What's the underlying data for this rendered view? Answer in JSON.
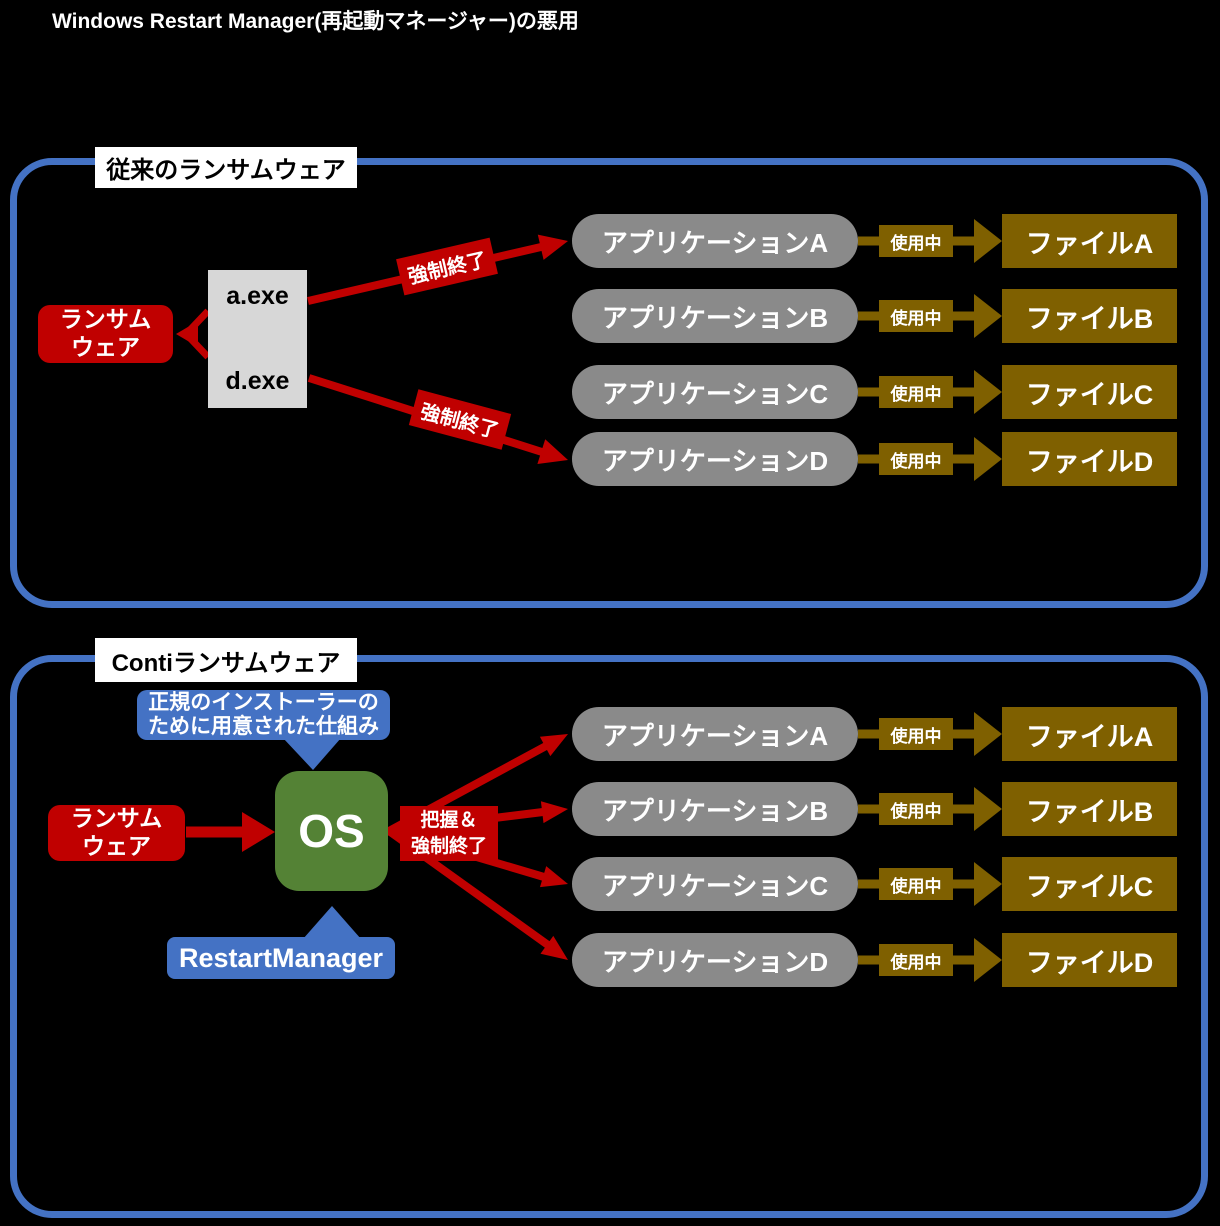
{
  "title": "Windows Restart Manager(再起動マネージャー)の悪用",
  "colors": {
    "background": "#000000",
    "panel_border_blue": "#4472C4",
    "accent_red": "#C00000",
    "app_gray": "#8A8A8A",
    "exe_gray": "#D7D7D7",
    "file_olive": "#7F6000",
    "os_green": "#548235",
    "callout_blue": "#4472C4"
  },
  "panels": [
    {
      "label": "従来のランサムウェア",
      "ransomware": {
        "line1": "ランサム",
        "line2": "ウェア"
      },
      "exe_box": {
        "top": "a.exe",
        "bottom": "d.exe"
      },
      "force_kill_label": "強制終了",
      "rows": [
        {
          "app": "アプリケーションA",
          "status": "使用中",
          "file": "ファイルA"
        },
        {
          "app": "アプリケーションB",
          "status": "使用中",
          "file": "ファイルB"
        },
        {
          "app": "アプリケーションC",
          "status": "使用中",
          "file": "ファイルC"
        },
        {
          "app": "アプリケーションD",
          "status": "使用中",
          "file": "ファイルD"
        }
      ]
    },
    {
      "label": "Contiランサムウェア",
      "callout": {
        "line1": "正規のインストーラーの",
        "line2": "ために用意された仕組み"
      },
      "ransomware": {
        "line1": "ランサム",
        "line2": "ウェア"
      },
      "os_label": "OS",
      "grasp_kill": {
        "line1": "把握＆",
        "line2": "強制終了"
      },
      "restart_manager_label": "RestartManager",
      "rows": [
        {
          "app": "アプリケーションA",
          "status": "使用中",
          "file": "ファイルA"
        },
        {
          "app": "アプリケーションB",
          "status": "使用中",
          "file": "ファイルB"
        },
        {
          "app": "アプリケーションC",
          "status": "使用中",
          "file": "ファイルC"
        },
        {
          "app": "アプリケーションD",
          "status": "使用中",
          "file": "ファイルD"
        }
      ]
    }
  ]
}
